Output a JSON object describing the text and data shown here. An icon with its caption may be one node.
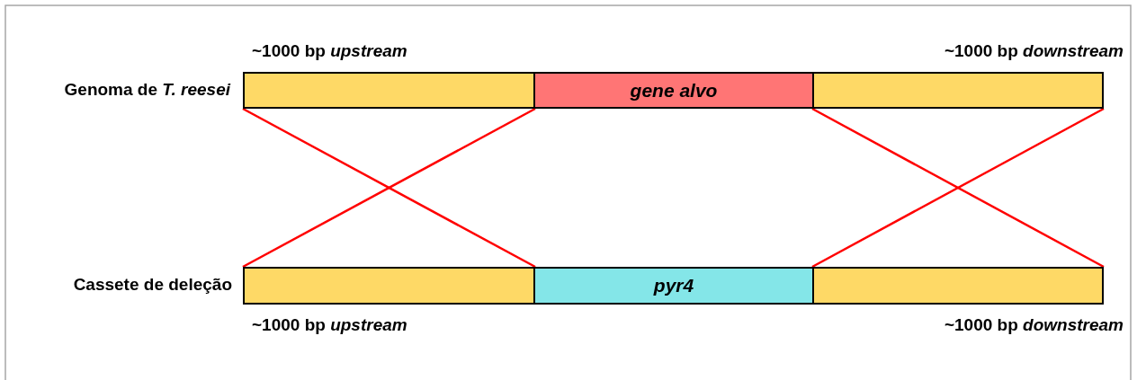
{
  "diagram": {
    "nodes": [
      {
        "text": [],
        "shape": "box",
        "beside": [
          "~1000 bp *upstream*"
        ]
      },
      {
        "text": [
          "gene alvo"
        ]
      },
      {
        "text": [],
        "shape": "box",
        "beside": [
          "~1000 bp *downstream*"
        ]
      },
      {
        "text": [],
        "shape": "box",
        "beside": [
          "~1000 bp *upstream*"
        ]
      },
      {
        "text": [
          "pyr4"
        ]
      },
      {
        "text": [],
        "shape": "box",
        "beside": [
          "~1000 bp *downstream*"
        ]
      }
    ],
    "edges": [
      {
        "from": 0,
        "to": 3,
        "arrow": "none"
      },
      {
        "from": 0,
        "to": 3,
        "arrow": "none"
      },
      {
        "from": 2,
        "to": 5,
        "arrow": "none"
      },
      {
        "from": 2,
        "to": 5,
        "arrow": "none"
      }
    ],
    "labels": [
      "Genoma de *T. reesei*",
      "Cassete de deleção"
    ]
  }
}
